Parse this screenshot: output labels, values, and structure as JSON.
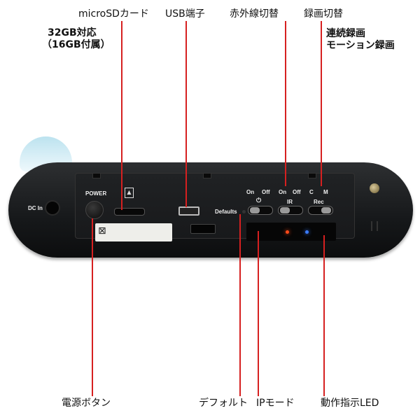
{
  "labels": {
    "microsd": "microSDカード",
    "usb": "USB端子",
    "ir_switch": "赤外線切替",
    "rec_switch": "録画切替",
    "capacity_line1": "32GB対応",
    "capacity_line2": "（16GB付属）",
    "rec_mode1": "連続録画",
    "rec_mode2": "モーション録画",
    "power_button": "電源ボタン",
    "default": "デフォルト",
    "ip_mode": "IPモード",
    "led": "動作指示LED"
  },
  "device": {
    "dc_in": "DC In",
    "power": "POWER",
    "defaults": "Defaults",
    "sw1_on": "On",
    "sw1_off": "Off",
    "sw1_symbol": "⏻",
    "sw2_on": "On",
    "sw2_off": "Off",
    "sw2_label": "IR",
    "sw3_c": "C",
    "sw3_m": "M",
    "sw3_label": "Rec"
  },
  "colors": {
    "callout_line": "#d62020",
    "led_red": "#ff4a1a",
    "led_blue": "#3a7bff"
  }
}
